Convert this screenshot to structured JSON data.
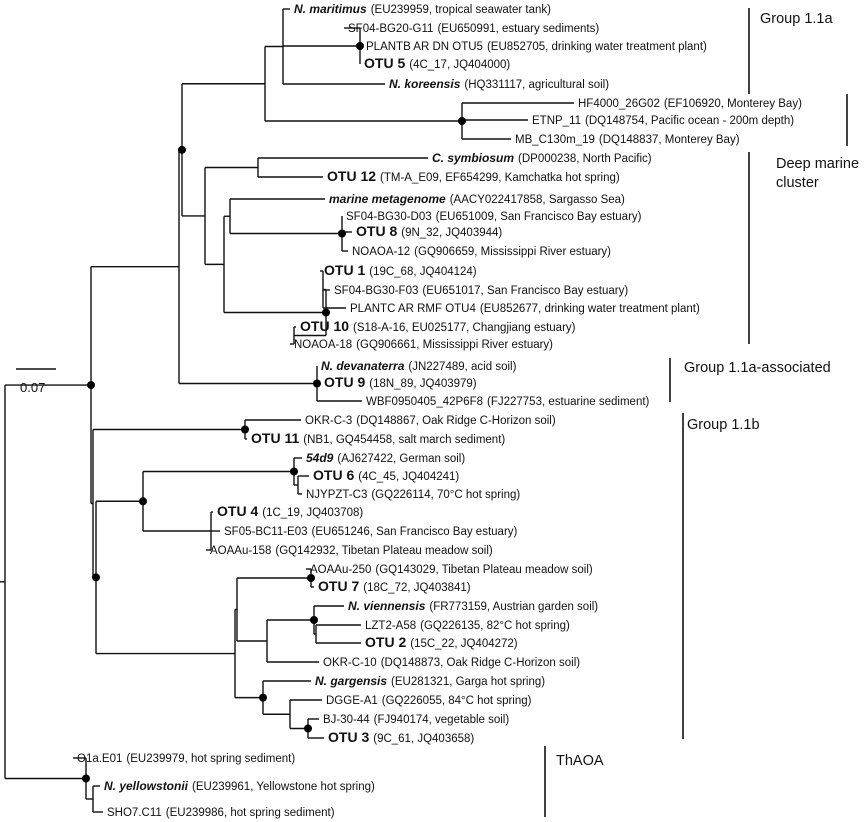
{
  "tree": {
    "leaves": [
      {
        "id": "n_maritimus",
        "name": "N. maritimus",
        "style": "bolditalic",
        "rest": "(EU239959, tropical seawater tank)"
      },
      {
        "id": "sf04_bg20",
        "name": "SF04-BG20-G11",
        "style": "normal",
        "rest": "(EU650991, estuary sediments)"
      },
      {
        "id": "plantb",
        "name": "PLANTB AR DN OTU5",
        "style": "normal",
        "rest": "(EU852705, drinking water treatment plant)"
      },
      {
        "id": "otu5",
        "name": "OTU 5",
        "style": "bold",
        "rest": "(4C_17, JQ404000)"
      },
      {
        "id": "n_koreensis",
        "name": "N. koreensis",
        "style": "bolditalic",
        "rest": "(HQ331117, agricultural soil)"
      },
      {
        "id": "hf4000",
        "name": "HF4000_26G02",
        "style": "normal",
        "rest": "(EF106920, Monterey Bay)"
      },
      {
        "id": "etnp11",
        "name": "ETNP_11",
        "style": "normal",
        "rest": "(DQ148754, Pacific ocean - 200m depth)"
      },
      {
        "id": "mb_c130",
        "name": "MB_C130m_19",
        "style": "normal",
        "rest": "(DQ148837, Monterey Bay)"
      },
      {
        "id": "c_symbiosum",
        "name": "C. symbiosum",
        "style": "bolditalic",
        "rest": "(DP000238, North Pacific)"
      },
      {
        "id": "otu12",
        "name": "OTU 12",
        "style": "bold",
        "rest": "(TM-A_E09, EF654299, Kamchatka hot spring)"
      },
      {
        "id": "marine_meta",
        "name": "marine metagenome",
        "style": "bolditalic",
        "rest": "(AACY022417858, Sargasso Sea)"
      },
      {
        "id": "sf04_bg30_d03",
        "name": "SF04-BG30-D03",
        "style": "normal",
        "rest": "(EU651009, San Francisco Bay estuary)"
      },
      {
        "id": "otu8",
        "name": "OTU 8",
        "style": "bold",
        "rest": "(9N_32, JQ403944)"
      },
      {
        "id": "noaoa12",
        "name": "NOAOA-12",
        "style": "normal",
        "rest": "(GQ906659, Mississippi River estuary)"
      },
      {
        "id": "otu1",
        "name": "OTU 1",
        "style": "bold",
        "rest": "(19C_68, JQ404124)"
      },
      {
        "id": "sf04_bg30_f03",
        "name": "SF04-BG30-F03",
        "style": "normal",
        "rest": "(EU651017, San Francisco Bay estuary)"
      },
      {
        "id": "plantc",
        "name": "PLANTC AR RMF OTU4",
        "style": "normal",
        "rest": "(EU852677, drinking water treatment plant)"
      },
      {
        "id": "otu10",
        "name": "OTU 10",
        "style": "bold",
        "rest": "(S18-A-16, EU025177, Changjiang estuary)"
      },
      {
        "id": "noaoa18",
        "name": "NOAOA-18",
        "style": "normal",
        "rest": "(GQ906661, Mississippi River estuary)"
      },
      {
        "id": "n_devanaterra",
        "name": "N. devanaterra",
        "style": "bolditalic",
        "rest": "(JN227489, acid soil)"
      },
      {
        "id": "otu9",
        "name": "OTU 9",
        "style": "bold",
        "rest": "(18N_89, JQ403979)"
      },
      {
        "id": "wbf",
        "name": "WBF0950405_42P6F8",
        "style": "normal",
        "rest": "(FJ227753, estuarine sediment)"
      },
      {
        "id": "okr_c3",
        "name": "OKR-C-3",
        "style": "normal",
        "rest": "(DQ148867, Oak Ridge C-Horizon soil)"
      },
      {
        "id": "otu11",
        "name": "OTU 11",
        "style": "bold",
        "rest": "(NB1, GQ454458, salt march sediment)"
      },
      {
        "id": "d54d9",
        "name": "54d9",
        "style": "bolditalic",
        "rest": "(AJ627422, German soil)"
      },
      {
        "id": "otu6",
        "name": "OTU 6",
        "style": "bold",
        "rest": "(4C_45, JQ404241)"
      },
      {
        "id": "njypzt",
        "name": "NJYPZT-C3",
        "style": "normal",
        "rest": "(GQ226114, 70°C hot spring)"
      },
      {
        "id": "otu4",
        "name": "OTU 4",
        "style": "bold",
        "rest": "(1C_19, JQ403708)"
      },
      {
        "id": "sf05_bc11",
        "name": "SF05-BC11-E03",
        "style": "normal",
        "rest": "(EU651246, San Francisco Bay estuary)"
      },
      {
        "id": "aoaau158",
        "name": "AOAAu-158",
        "style": "normal",
        "rest": "(GQ142932, Tibetan Plateau meadow soil)"
      },
      {
        "id": "aoaau250",
        "name": "AOAAu-250",
        "style": "normal",
        "rest": "(GQ143029, Tibetan Plateau meadow soil)"
      },
      {
        "id": "otu7",
        "name": "OTU 7",
        "style": "bold",
        "rest": "(18C_72, JQ403841)"
      },
      {
        "id": "n_viennensis",
        "name": "N. viennensis",
        "style": "bolditalic",
        "rest": "(FR773159, Austrian garden soil)"
      },
      {
        "id": "lzt2",
        "name": "LZT2-A58",
        "style": "normal",
        "rest": "(GQ226135, 82°C hot spring)"
      },
      {
        "id": "otu2",
        "name": "OTU 2",
        "style": "bold",
        "rest": "(15C_22, JQ404272)"
      },
      {
        "id": "okr_c10",
        "name": "OKR-C-10",
        "style": "normal",
        "rest": "(DQ148873, Oak Ridge C-Horizon soil)"
      },
      {
        "id": "n_gargensis",
        "name": "N. gargensis",
        "style": "bolditalic",
        "rest": "(EU281321, Garga hot spring)"
      },
      {
        "id": "dgge_a1",
        "name": "DGGE-A1",
        "style": "normal",
        "rest": "(GQ226055, 84°C hot spring)"
      },
      {
        "id": "bj3044",
        "name": "BJ-30-44",
        "style": "normal",
        "rest": "(FJ940174, vegetable soil)"
      },
      {
        "id": "otu3",
        "name": "OTU 3",
        "style": "bold",
        "rest": "(9C_61, JQ403658)"
      },
      {
        "id": "o1a_e01",
        "name": "O1a.E01",
        "style": "normal",
        "rest": "(EU239979, hot spring sediment)"
      },
      {
        "id": "n_yellowstonii",
        "name": "N. yellowstonii",
        "style": "bolditalic",
        "rest": "(EU239961, Yellowstone hot spring)"
      },
      {
        "id": "sho7_c11",
        "name": "SHO7.C11",
        "style": "normal",
        "rest": "(EU239986, hot spring sediment)"
      }
    ],
    "clades": [
      {
        "id": "g_mar_sf",
        "children": [
          "sf04_bg20",
          "plantb",
          "otu5"
        ],
        "support": true
      },
      {
        "id": "g_mar_inner",
        "children": [
          "n_maritimus",
          "g_mar_sf",
          "n_koreensis"
        ],
        "support": false
      },
      {
        "id": "g_deep",
        "children": [
          "hf4000",
          "etnp11",
          "mb_c130"
        ],
        "support": true
      },
      {
        "id": "g_11a_top",
        "children": [
          "g_mar_inner",
          "g_deep"
        ],
        "support": false
      },
      {
        "id": "g_csym",
        "children": [
          "c_symbiosum",
          "otu12"
        ],
        "support": false
      },
      {
        "id": "g_otu8",
        "children": [
          "sf04_bg30_d03",
          "otu8",
          "noaoa12"
        ],
        "support": true
      },
      {
        "id": "g_meta",
        "children": [
          "marine_meta",
          "g_otu8"
        ],
        "support": false
      },
      {
        "id": "g_otu1",
        "children": [
          "otu1",
          "sf04_bg30_f03",
          "plantc"
        ],
        "support": false
      },
      {
        "id": "g_otu10",
        "children": [
          "otu10",
          "noaoa18"
        ],
        "support": false
      },
      {
        "id": "g_otu1_10",
        "children": [
          "g_otu1",
          "g_otu10"
        ],
        "support": true
      },
      {
        "id": "g_meta_otu",
        "children": [
          "g_meta",
          "g_otu1_10"
        ],
        "support": false
      },
      {
        "id": "g_cs_rest",
        "children": [
          "g_csym",
          "g_meta_otu"
        ],
        "support": false
      },
      {
        "id": "g_11a",
        "children": [
          "g_11a_top",
          "g_cs_rest"
        ],
        "support": true
      },
      {
        "id": "g_assoc",
        "children": [
          "n_devanaterra",
          "otu9",
          "wbf"
        ],
        "support": true
      },
      {
        "id": "g_11a_all",
        "children": [
          "g_11a",
          "g_assoc"
        ],
        "support": false
      },
      {
        "id": "g_otu11",
        "children": [
          "okr_c3",
          "otu11"
        ],
        "support": true
      },
      {
        "id": "g_otu6_in",
        "children": [
          "otu6",
          "njypzt"
        ],
        "support": false
      },
      {
        "id": "g_54d9",
        "children": [
          "d54d9",
          "g_otu6_in"
        ],
        "support": true
      },
      {
        "id": "g_otu4",
        "children": [
          "otu4",
          "sf05_bc11",
          "aoaau158"
        ],
        "support": false
      },
      {
        "id": "g_6_4",
        "children": [
          "g_54d9",
          "g_otu4"
        ],
        "support": true
      },
      {
        "id": "g_otu7",
        "children": [
          "aoaau250",
          "otu7"
        ],
        "support": true
      },
      {
        "id": "g_lzt",
        "children": [
          "lzt2",
          "otu2"
        ],
        "support": false
      },
      {
        "id": "g_vien",
        "children": [
          "n_viennensis",
          "g_lzt"
        ],
        "support": true
      },
      {
        "id": "g_vien_okr",
        "children": [
          "g_vien",
          "okr_c10"
        ],
        "support": false
      },
      {
        "id": "g_7_vien",
        "children": [
          "g_otu7",
          "g_vien_okr"
        ],
        "support": false
      },
      {
        "id": "g_bj",
        "children": [
          "bj3044",
          "otu3"
        ],
        "support": true
      },
      {
        "id": "g_dgge",
        "children": [
          "dgge_a1",
          "g_bj"
        ],
        "support": false
      },
      {
        "id": "g_garg",
        "children": [
          "n_gargensis",
          "g_dgge"
        ],
        "support": true
      },
      {
        "id": "g_7_garg",
        "children": [
          "g_7_vien",
          "g_garg"
        ],
        "support": false
      },
      {
        "id": "g_11b_lower",
        "children": [
          "g_6_4",
          "g_7_garg"
        ],
        "support": true
      },
      {
        "id": "g_11b",
        "children": [
          "g_otu11",
          "g_11b_lower"
        ],
        "support": false
      },
      {
        "id": "g_aoa",
        "children": [
          "g_11a_all",
          "g_11b"
        ],
        "support": true
      },
      {
        "id": "g_yel",
        "children": [
          "n_yellowstonii",
          "sho7_c11"
        ],
        "support": false
      },
      {
        "id": "g_tha",
        "children": [
          "o1a_e01",
          "g_yel"
        ],
        "support": true
      },
      {
        "id": "root",
        "children": [
          "g_aoa",
          "g_tha"
        ],
        "support": false
      }
    ]
  },
  "groups": [
    {
      "id": "g11a",
      "label": "Group 1.1a"
    },
    {
      "id": "deep",
      "label_lines": [
        "Deep marine",
        "cluster"
      ]
    },
    {
      "id": "g11a_assoc",
      "label": "Group 1.1a-associated"
    },
    {
      "id": "g11b",
      "label": "Group 1.1b"
    },
    {
      "id": "thaoa",
      "label": "ThAOA"
    }
  ],
  "scale": {
    "label": "0.07"
  }
}
